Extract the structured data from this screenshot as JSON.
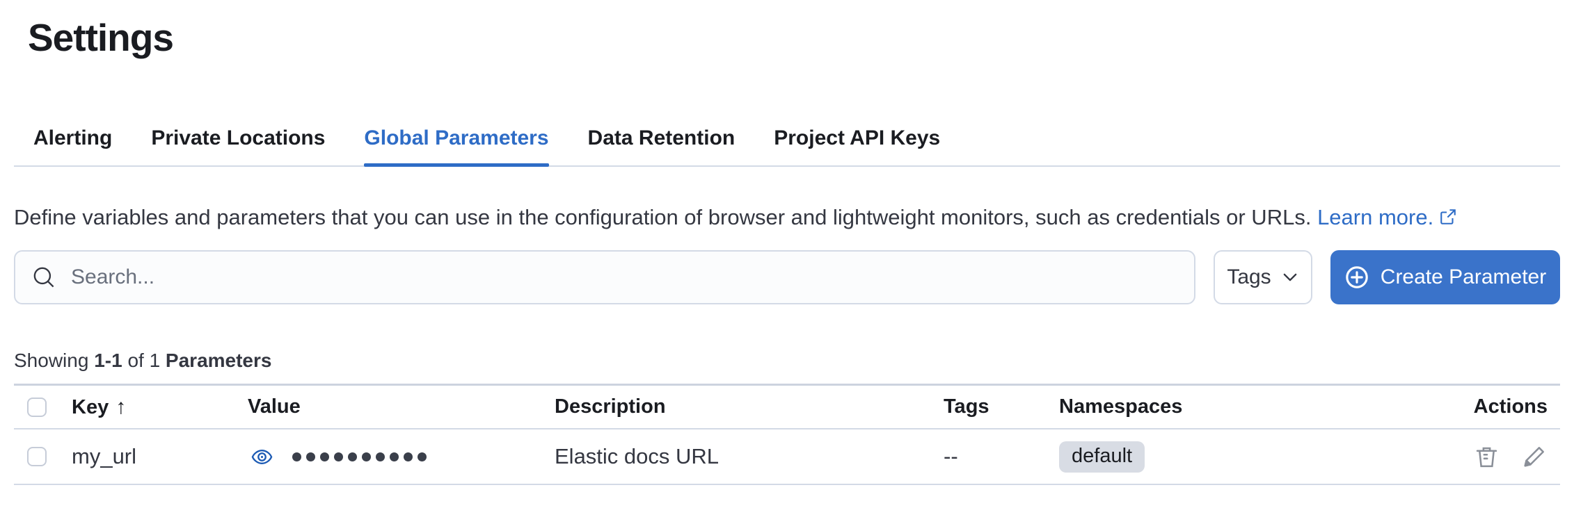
{
  "page": {
    "title": "Settings"
  },
  "tabs": [
    {
      "label": "Alerting",
      "selected": false
    },
    {
      "label": "Private Locations",
      "selected": false
    },
    {
      "label": "Global Parameters",
      "selected": true
    },
    {
      "label": "Data Retention",
      "selected": false
    },
    {
      "label": "Project API Keys",
      "selected": false
    }
  ],
  "description": {
    "text": "Define variables and parameters that you can use in the configuration of browser and lightweight monitors, such as credentials or URLs.",
    "link_label": "Learn more."
  },
  "toolbar": {
    "search_placeholder": "Search...",
    "tags_label": "Tags",
    "create_label": "Create Parameter"
  },
  "summary": {
    "showing": "Showing",
    "range": "1-1",
    "of": "of 1",
    "entity": "Parameters"
  },
  "table": {
    "columns": {
      "key": "Key",
      "value": "Value",
      "description": "Description",
      "tags": "Tags",
      "namespaces": "Namespaces",
      "actions": "Actions"
    },
    "sort_icon": "↑",
    "rows": [
      {
        "key": "my_url",
        "value_masked_dots": 10,
        "description": "Elastic docs URL",
        "tags": "--",
        "namespace": "default"
      }
    ]
  },
  "colors": {
    "accent": "#2e6cc6",
    "button-bg": "#3a73ca",
    "text-dark": "#1a1c21",
    "text-body": "#343741",
    "border": "#d3dae6",
    "badge-bg": "#d8dce4",
    "eye-blue": "#1d5bb4",
    "icon-gray": "#8a8f98"
  }
}
